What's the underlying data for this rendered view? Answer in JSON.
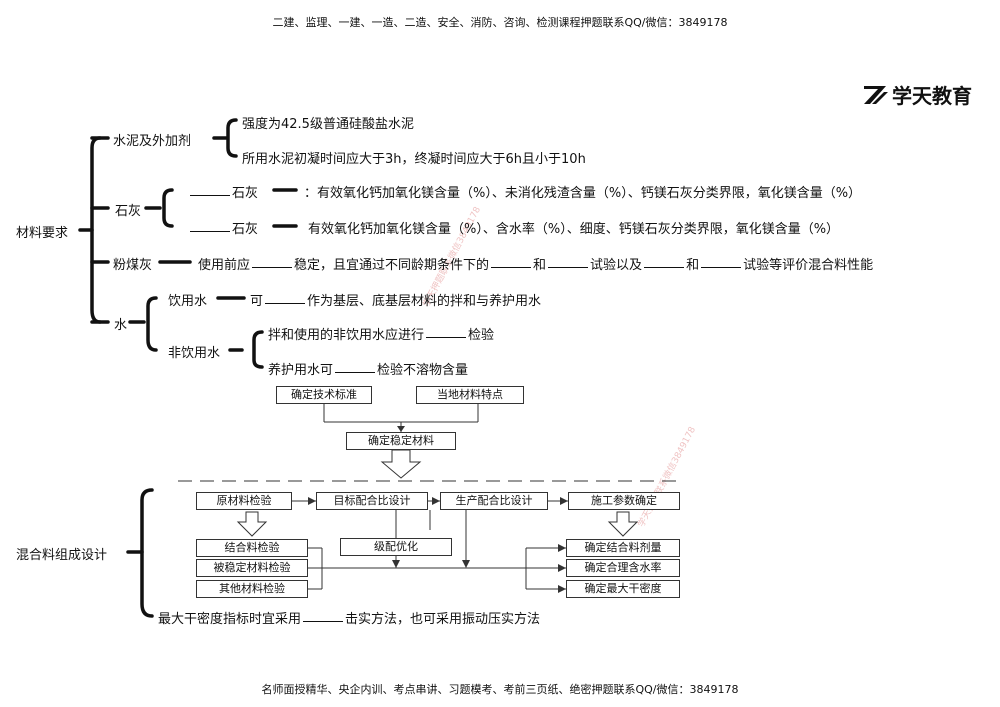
{
  "header": {
    "top_text": "二建、监理、一建、一造、二造、安全、消防、咨询、检测课程押题联系QQ/微信：3849178",
    "bottom_text": "名师面授精华、央企内训、考点串讲、习题模考、考前三页纸、绝密押题联系QQ/微信：3849178"
  },
  "logo": {
    "text": "学天教育",
    "icon": "zt-logo-icon"
  },
  "watermark": "学天押题联系微信3849178",
  "material_req": {
    "root": "材料要求",
    "cement": {
      "label": "水泥及外加剂",
      "items": [
        "强度为42.5级普通硅酸盐水泥",
        "所用水泥初凝时间应大于3h，终凝时间应大于6h且小于10h"
      ]
    },
    "lime": {
      "label": "石灰",
      "row1": {
        "prefix": "石灰",
        "text": "：有效氧化钙加氧化镁含量（%）、未消化残渣含量（%）、钙镁石灰分类界限，氧化镁含量（%）"
      },
      "row2": {
        "prefix": "石灰",
        "text": "有效氧化钙加氧化镁含量（%）、含水率（%）、细度、钙镁石灰分类界限，氧化镁含量（%）"
      }
    },
    "flyash": {
      "label": "粉煤灰",
      "p1": "使用前应",
      "p2": "稳定，且宜通过不同龄期条件下的",
      "p3": "和",
      "p4": "试验以及",
      "p5": "和",
      "p6": "试验等评价混合料性能"
    },
    "water": {
      "label": "水",
      "drink": {
        "label": "饮用水",
        "p1": "可",
        "p2": "作为基层、底基层材料的拌和与养护用水"
      },
      "nondrink": {
        "label": "非饮用水",
        "r1a": "拌和使用的非饮用水应进行",
        "r1b": "检验",
        "r2a": "养护用水可",
        "r2b": "检验不溶物含量"
      }
    }
  },
  "mix_design": {
    "root": "混合料组成设计",
    "boxes": {
      "tech_std": "确定技术标准",
      "local_mat": "当地材料特点",
      "stab_mat": "确定稳定材料",
      "raw_test": "原材料检验",
      "target_mix": "目标配合比设计",
      "prod_mix": "生产配合比设计",
      "const_param": "施工参数确定",
      "binder_test": "结合料检验",
      "stabilized_test": "被稳定材料检验",
      "other_test": "其他材料检验",
      "grading_opt": "级配优化",
      "binder_dose": "确定结合料剂量",
      "water_content": "确定合理含水率",
      "max_density": "确定最大干密度"
    },
    "note_a": "最大干密度指标时宜采用",
    "note_b": "击实方法，也可采用振动压实方法"
  }
}
